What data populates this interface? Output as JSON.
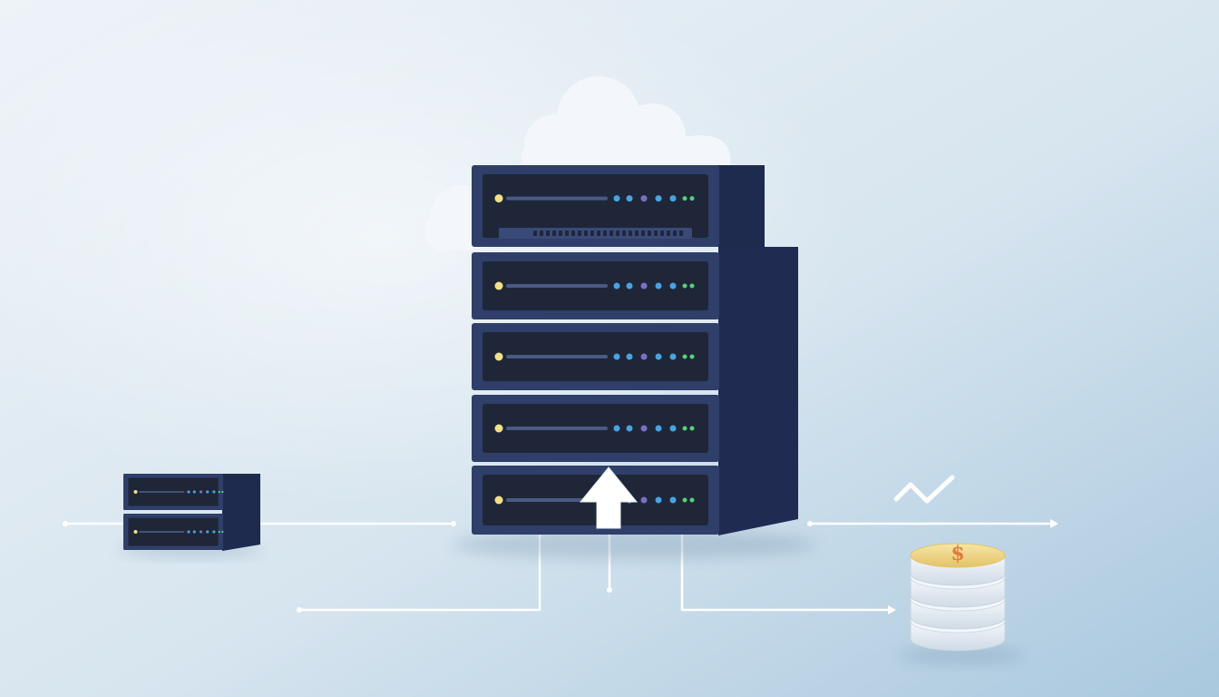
{
  "scene": {
    "description_free": true,
    "colors": {
      "background_light": "#eef3f8",
      "background_dark": "#aecbe0",
      "server_body": "#2f3f6a",
      "server_side": "#1f2a4f",
      "server_panel": "#1e2638",
      "led_yellow": "#f1e08a",
      "led_blue": "#4aa3e0",
      "led_purple": "#7a6fc8",
      "led_green": "#55d27a",
      "line": "#ffffff",
      "coin_gold": "#f1d98a",
      "coin_silver": "#e7edf4"
    },
    "icons": {
      "cloud": "cloud-icon",
      "upload": "upload-arrow-icon",
      "trend": "trend-line-icon",
      "coins": "coin-stack-icon"
    },
    "main_rack_units": 5,
    "small_server_units": 2,
    "coin_layers": 4,
    "coin_symbol": "$"
  }
}
